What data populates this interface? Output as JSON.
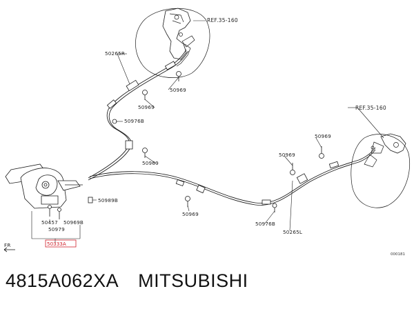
{
  "callouts": {
    "ref_top": "REF.35-160",
    "ref_right": "REF.35-160",
    "cable_right": "50265R",
    "cable_left": "50265L",
    "bolt_a": "50969",
    "bolt_b": "50969",
    "bolt_c": "50969",
    "bolt_d": "50969",
    "bolt_e": "50969",
    "bolt_f": "50969",
    "clamp_b": "50976B",
    "clamp_b2": "50976B",
    "screw_b": "50989B",
    "nut": "50457",
    "screw_b2": "50969B",
    "lever_part": "50979",
    "assembly": "50333A",
    "front": "FR",
    "figure_id": "000181"
  },
  "caption": {
    "part_number": "4815A062XA",
    "manufacturer": "MITSUBISHI"
  },
  "colors": {
    "line": "#1a1a1a",
    "highlight": "#d0202a"
  }
}
